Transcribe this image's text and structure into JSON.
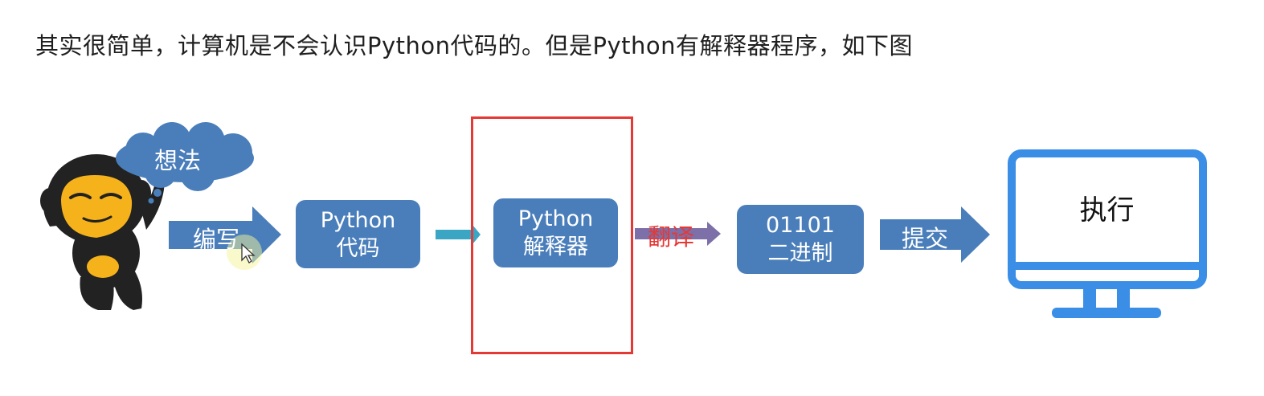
{
  "heading": "其实很简单，计算机是不会认识Python代码的。但是Python有解释器程序，如下图",
  "thought_bubble": "想法",
  "arrow_write": "编写",
  "code_box": {
    "line1": "Python",
    "line2": "代码"
  },
  "interpreter_box": {
    "line1": "Python",
    "line2": "解释器"
  },
  "arrow_translate": "翻译",
  "binary_box": {
    "line1": "01101",
    "line2": "二进制"
  },
  "arrow_submit": "提交",
  "computer_label": "执行",
  "colors": {
    "box_blue": "#4a7ebb",
    "arrow_blue": "#4a7ebb",
    "arrow_teal": "#3aa6c4",
    "arrow_purple": "#7d6fa8",
    "highlight_red": "#e53935",
    "translate_text": "#e53935",
    "monitor_blue": "#3a8ee6",
    "mascot_yellow": "#f6b21b",
    "mascot_dark": "#222222"
  }
}
